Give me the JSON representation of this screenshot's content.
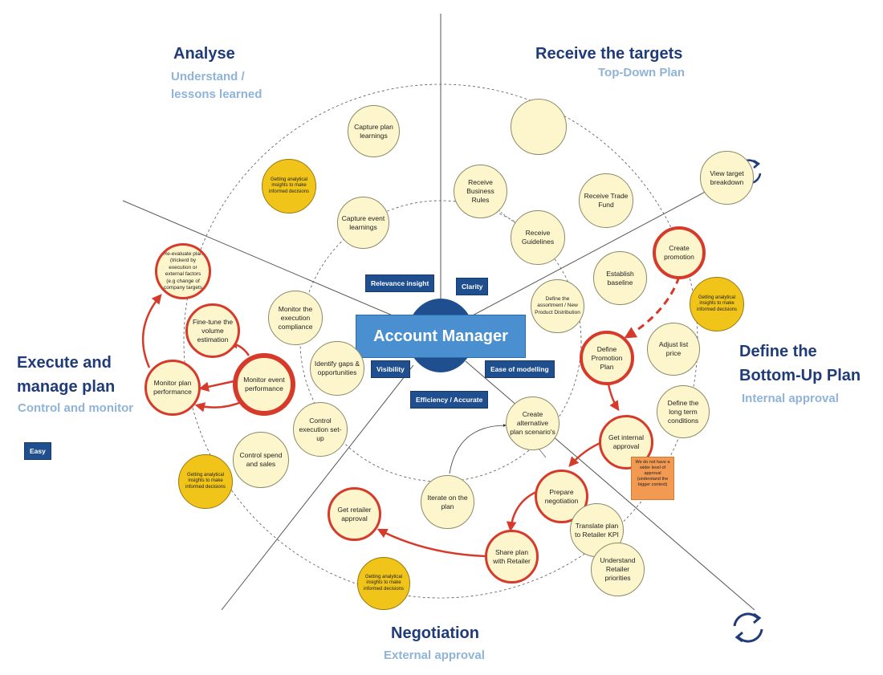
{
  "center": {
    "title": "Account Manager"
  },
  "sections": {
    "analyse": {
      "title": "Analyse",
      "subtitle_line1": "Understand /",
      "subtitle_line2": "lessons learned"
    },
    "receive": {
      "title": "Receive the targets",
      "subtitle": "Top-Down Plan"
    },
    "define": {
      "title_line1": "Define the",
      "title_line2": "Bottom-Up Plan",
      "subtitle": "Internal approval"
    },
    "negotiation": {
      "title": "Negotiation",
      "subtitle": "External approval"
    },
    "execute": {
      "title_line1": "Execute and",
      "title_line2": "manage plan",
      "subtitle": "Control and monitor"
    }
  },
  "tags": {
    "relevance": "Relevance insight",
    "clarity": "Clarity",
    "visibility": "Visibility",
    "ease": "Ease of modelling",
    "efficiency": "Efficiency / Accurate",
    "easy": "Easy"
  },
  "nodes": {
    "capture_plan": "Capture plan learnings",
    "gold_analyse": "Getting analytical insights to make informed decisions",
    "capture_event": "Capture event learnings",
    "empty_top": "",
    "receive_rules": "Receive Business Rules",
    "receive_fund": "Receive Trade Fund",
    "receive_guidelines": "Receive Guidelines",
    "view_target": "View target breakdown",
    "create_promotion": "Create promotion",
    "establish_baseline": "Establish baseline",
    "gold_define": "Getting analytical insights to make informed decisions",
    "define_assortment": "Define the assortment / New Product Distribution",
    "adjust_price": "Adjust list price",
    "define_promotion": "Define Promotion Plan",
    "long_term": "Define the long term conditions",
    "get_internal": "Get internal approval",
    "create_alt": "Create alternative plan scenario's",
    "prepare_neg": "Prepare negotiation",
    "translate_kpi": "Translate plan to Retailer KPI",
    "understand_retailer": "Understand Retailer priorities",
    "share_plan": "Share plan with Retailer",
    "iterate_plan": "Iterate on the plan",
    "get_retailer": "Get retailer approval",
    "gold_neg": "Getting analytical insights to make informed decisions",
    "reevaluate": "Re-evaluate plan (trickerd by execution or external factors (e.g change of company targets",
    "fine_tune": "Fine-tune the volume estimation",
    "monitor_plan": "Monitor plan performance",
    "monitor_event": "Monitor event performance",
    "monitor_exec": "Monitor the execution compliance",
    "identify_gaps": "Identify gaps & opportunities",
    "control_setup": "Control execution set-up",
    "control_spend": "Control spend and sales",
    "gold_execute": "Getting analytical insights to make informed decisions"
  },
  "note": "We do not have a wider level of approval (understand the bigger context)",
  "icons": {
    "refresh_top": "refresh-icon",
    "refresh_bottom": "refresh-icon"
  },
  "colors": {
    "title": "#1f3b78",
    "subtitle": "#8fb3d9",
    "red": "#d63a2a",
    "gold": "#f0c419",
    "tag": "#1f4f8f",
    "center": "#4a8fd0"
  }
}
